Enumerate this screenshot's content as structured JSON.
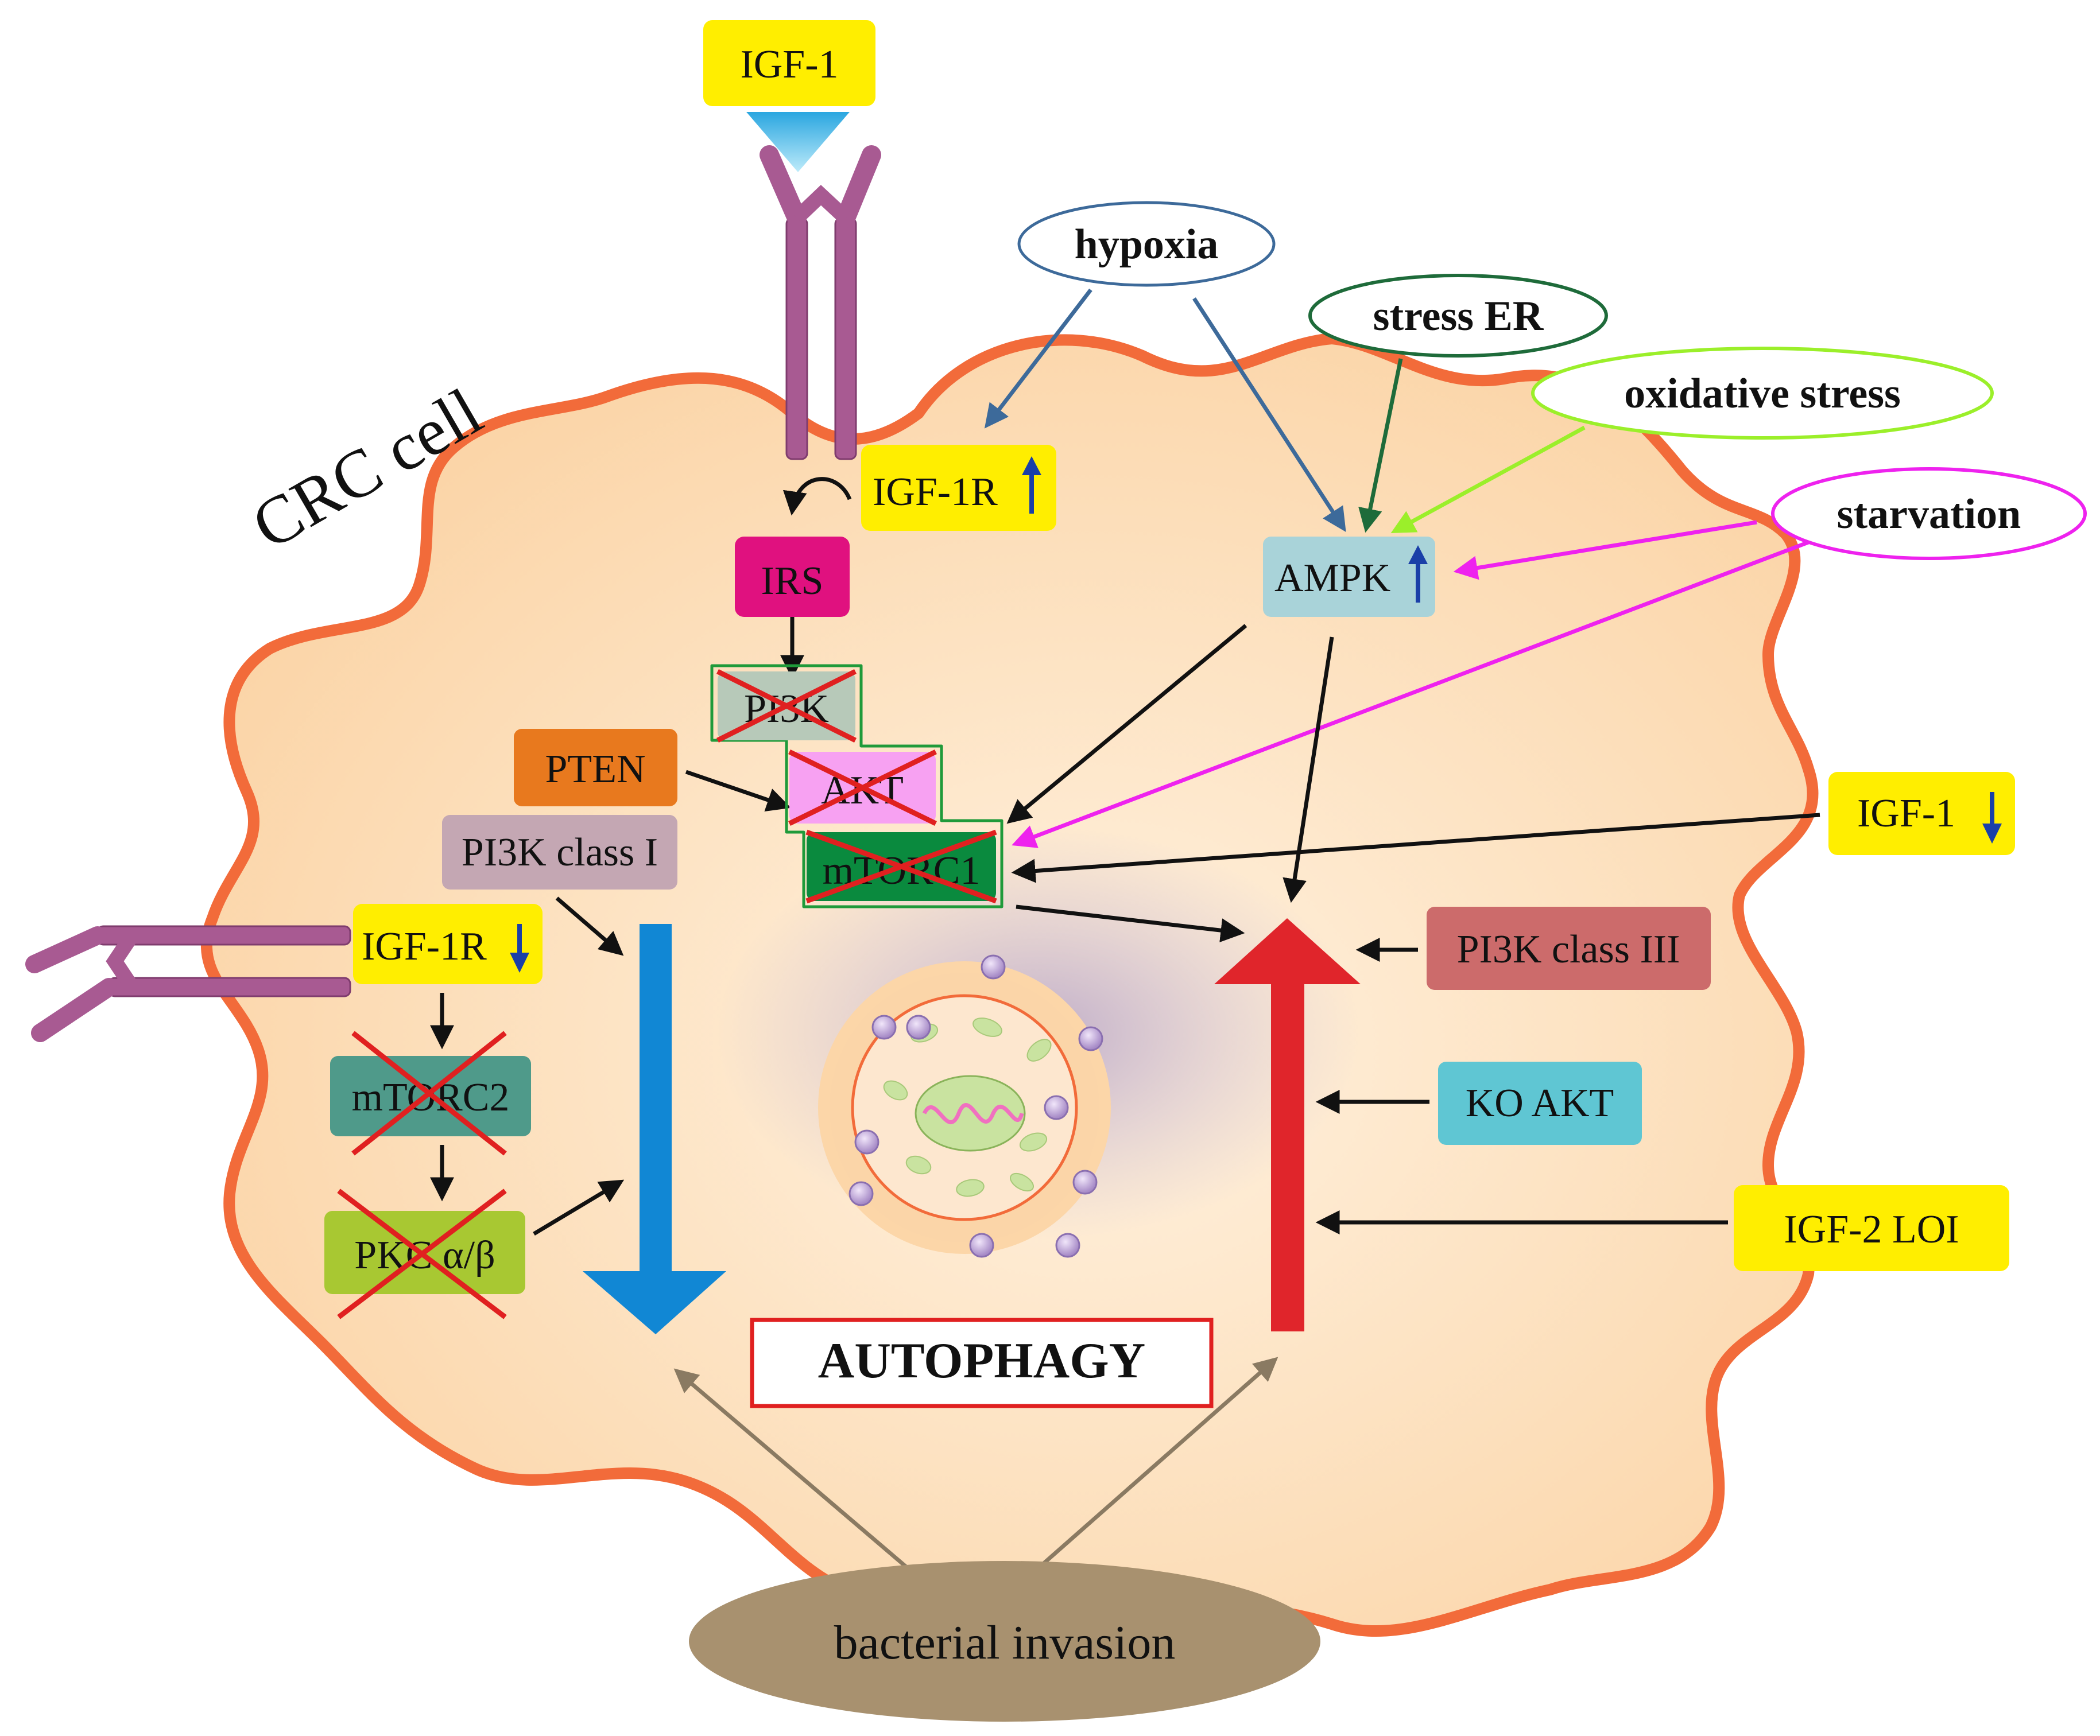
{
  "diagram": {
    "cell_label": "CRC cell",
    "ligand": {
      "label": "IGF-1",
      "color": "#ffee00"
    },
    "receptor_up": {
      "label": "IGF-1R",
      "indicator": "up-arrow-icon",
      "color": "#ffee00"
    },
    "receptor_down": {
      "label": "IGF-1R",
      "indicator": "down-arrow-icon",
      "color": "#ffee00"
    },
    "pathway": {
      "irs": {
        "label": "IRS",
        "color": "#e0117f"
      },
      "pi3k": {
        "label": "PI3K",
        "color": "#b7c9b9",
        "inhibited": true
      },
      "akt": {
        "label": "AKT",
        "color": "#f7a1f2",
        "inhibited": true
      },
      "mtorc1": {
        "label": "mTORC1",
        "color": "#0a8a3e",
        "inhibited": true
      },
      "pten": {
        "label": "PTEN",
        "color": "#e8791e"
      },
      "pi3k_class_i": {
        "label": "PI3K class I",
        "color": "#c4a7b3"
      },
      "mtorc2": {
        "label": "mTORC2",
        "color": "#4f9a8a",
        "inhibited": true
      },
      "pkc": {
        "label": "PKC α/β",
        "color": "#a8c832",
        "inhibited": true
      },
      "ampk": {
        "label": "AMPK",
        "indicator": "up-arrow-icon",
        "color": "#a9d3d9"
      },
      "pi3k_class_iii": {
        "label": "PI3K class III",
        "color": "#cc6b6b"
      },
      "ko_akt": {
        "label": "KO AKT",
        "color": "#5fc6d3"
      },
      "igf2_loi": {
        "label": "IGF-2 LOI",
        "color": "#ffee00"
      },
      "igf1_down": {
        "label": "IGF-1",
        "indicator": "down-arrow-icon",
        "color": "#ffee00"
      }
    },
    "stressors": {
      "hypoxia": {
        "label": "hypoxia",
        "color": "#3d6a9a"
      },
      "stress_er": {
        "label": "stress ER",
        "color": "#1e6b3a"
      },
      "oxidative_stress": {
        "label": "oxidative stress",
        "color": "#9bef2a"
      },
      "starvation": {
        "label": "starvation",
        "color": "#ee22ee"
      }
    },
    "outcome": {
      "label": "AUTOPHAGY",
      "border_color": "#e02020"
    },
    "bacterial_invasion": {
      "label": "bacterial invasion",
      "color": "#a8916f"
    },
    "colors": {
      "membrane": "#f26b3a",
      "cytoplasm": "#fde3c4",
      "inhibit_arrow": "#1187d4",
      "induce_arrow": "#e0252b",
      "cross": "#e02020",
      "receptor": "#a85a92"
    }
  }
}
